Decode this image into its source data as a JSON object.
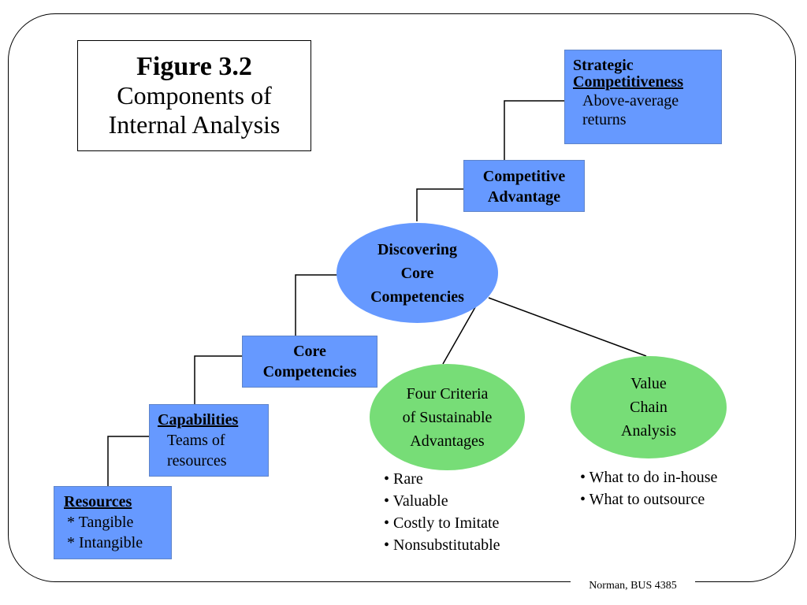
{
  "title": {
    "figure": "Figure 3.2",
    "line1": "Components of",
    "line2": "Internal Analysis"
  },
  "strategic": {
    "header1": "Strategic",
    "header2": "Competitiveness",
    "line1": "Above-average",
    "line2": "returns"
  },
  "competitive_advantage": {
    "line1": "Competitive",
    "line2": "Advantage"
  },
  "discovering": {
    "line1": "Discovering",
    "line2": "Core",
    "line3": "Competencies"
  },
  "core_competencies": {
    "line1": "Core",
    "line2": "Competencies"
  },
  "capabilities": {
    "header": "Capabilities",
    "line1": "Teams of",
    "line2": "resources"
  },
  "resources": {
    "header": "Resources",
    "line1": "* Tangible",
    "line2": "* Intangible"
  },
  "four_criteria": {
    "line1": "Four Criteria",
    "line2": "of Sustainable",
    "line3": "Advantages",
    "bullets": [
      "• Rare",
      "• Valuable",
      "• Costly to Imitate",
      "• Nonsubstitutable"
    ]
  },
  "value_chain": {
    "line1": "Value",
    "line2": "Chain",
    "line3": "Analysis",
    "bullets": [
      "• What to do in-house",
      "• What to outsource"
    ]
  },
  "footer": "Norman, BUS 4385",
  "colors": {
    "box_blue": "#6699ff",
    "ellipse_green": "#77dd77"
  }
}
